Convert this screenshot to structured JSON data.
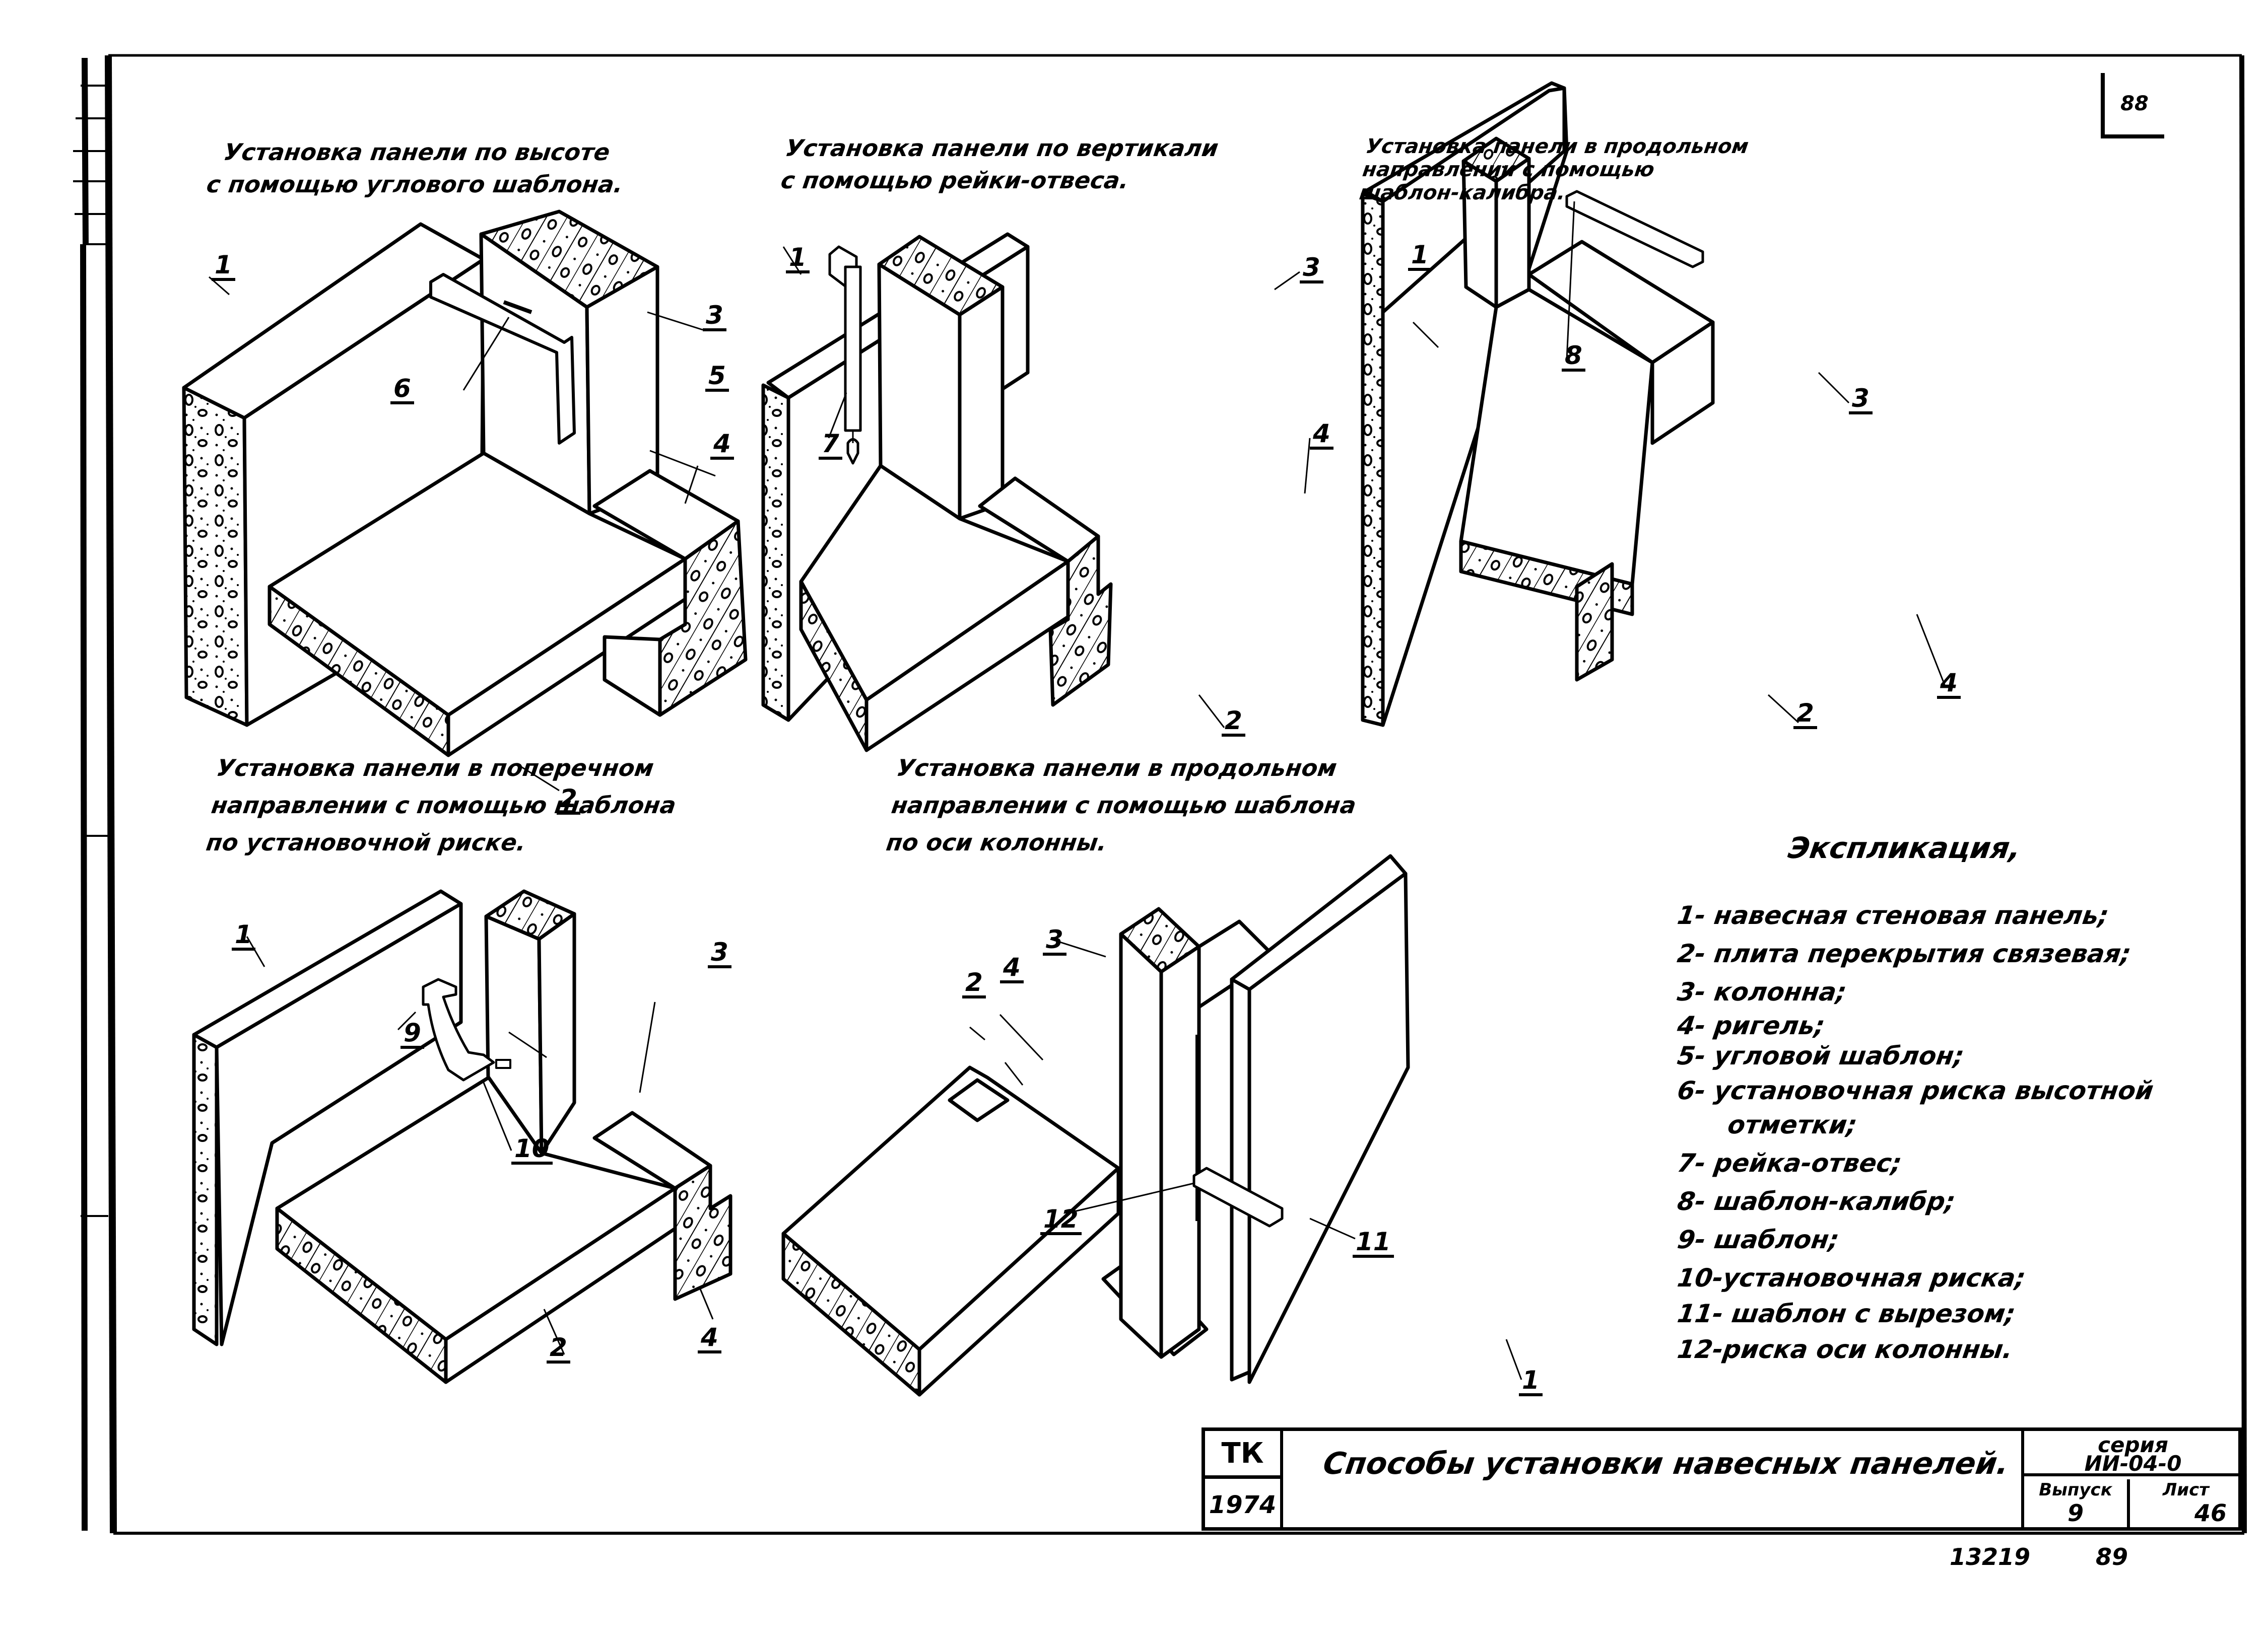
{
  "sheet": {
    "page_number": "88",
    "colors": {
      "ink": "#000000",
      "paper": "#ffffff"
    }
  },
  "figures": [
    {
      "id": "fig-1",
      "caption": [
        "Установка панели по высоте",
        "с помощью углового шаблона."
      ],
      "callouts": [
        "1",
        "2",
        "3",
        "4",
        "5",
        "6"
      ]
    },
    {
      "id": "fig-2",
      "caption": [
        "Установка панели по вертикали",
        "с помощью рейки-отвеса."
      ],
      "callouts": [
        "1",
        "2",
        "3",
        "4",
        "7"
      ]
    },
    {
      "id": "fig-3",
      "caption": [
        "Установка панели в продольном",
        "направлении с помощью",
        "шаблон-калибра."
      ],
      "callouts": [
        "1",
        "2",
        "3",
        "4",
        "8"
      ]
    },
    {
      "id": "fig-4",
      "caption": [
        "Установка панели в поперечном",
        "направлении с помощью шаблона",
        "по установочной риске."
      ],
      "callouts": [
        "1",
        "2",
        "3",
        "4",
        "9",
        "10"
      ]
    },
    {
      "id": "fig-5",
      "caption": [
        "Установка панели в продольном",
        "направлении с помощью шаблона",
        "по оси колонны."
      ],
      "callouts": [
        "1",
        "2",
        "3",
        "4",
        "11",
        "12"
      ]
    }
  ],
  "legend": {
    "title": "Экспликация,",
    "items": [
      "1- навесная стеновая панель;",
      "2- плита перекрытия связевая;",
      "3- колонна;",
      "4- ригель;",
      "5- угловой шаблон;",
      "6- установочная риска высотной",
      "отметки;",
      "7- рейка-отвес;",
      "8- шаблон-калибр;",
      "9- шаблон;",
      "10-установочная риска;",
      "11- шаблон с вырезом;",
      "12-риска оси колонны."
    ]
  },
  "title_block": {
    "code": "ТК",
    "year": "1974",
    "title": "Способы установки навесных панелей.",
    "series_label": "серия",
    "series_value": "ИИ-04-0",
    "issue_label": "Выпуск",
    "issue_value": "9",
    "sheet_label": "Лист",
    "sheet_value": "46"
  },
  "footer": {
    "order_number": "13219",
    "page_code": "89"
  }
}
